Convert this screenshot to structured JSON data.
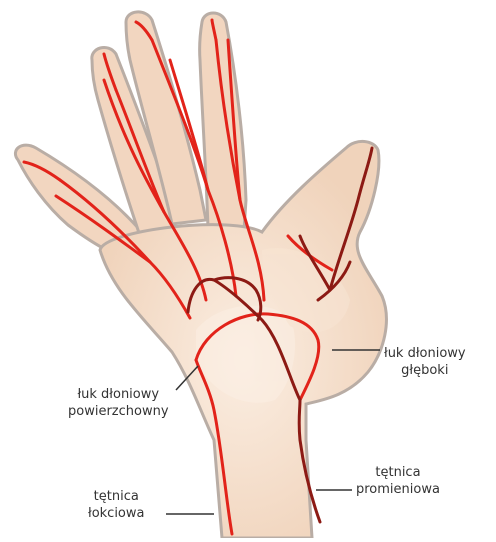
{
  "labels": {
    "deep_arch": [
      "łuk dłoniowy",
      "głęboki"
    ],
    "superficial_arch": [
      "łuk dłoniowy",
      "powierzchowny"
    ],
    "radial_artery": [
      "tętnica",
      "promieniowa"
    ],
    "ulnar_artery": [
      "tętnica",
      "łokciowa"
    ]
  },
  "colors": {
    "skin": "#f2d9c4",
    "skin_light": "#f7e7d8",
    "outline": "#b5aaa2",
    "artery": "#e2231a",
    "artery_dark": "#8c1a14",
    "leader": "#333333",
    "text": "#333333"
  }
}
